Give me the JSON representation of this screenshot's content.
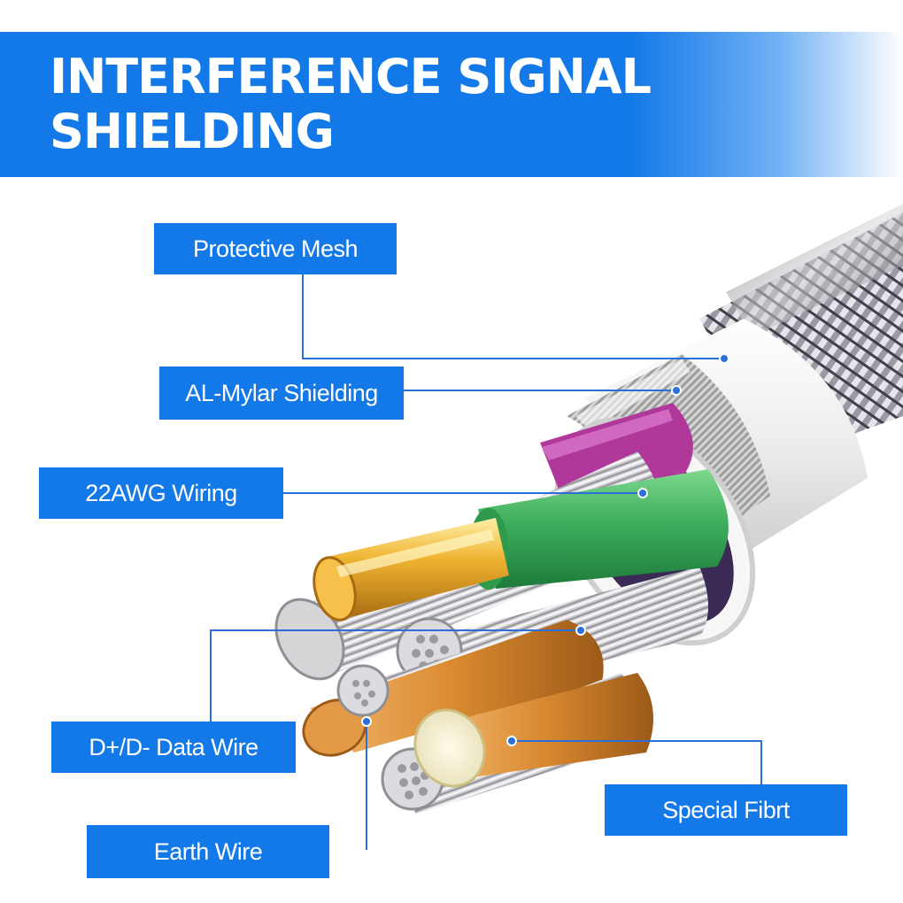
{
  "banner": {
    "title_line1": "INTERFERENCE SIGNAL",
    "title_line2": "SHIELDING"
  },
  "callouts": {
    "protective_mesh": "Protective Mesh",
    "al_mylar": "AL-Mylar Shielding",
    "wiring": "22AWG Wiring",
    "data_wire": "D+/D- Data Wire",
    "special_fibrt": "Special Fibrt",
    "earth_wire": "Earth Wire"
  },
  "colors": {
    "accent": "#1479e8",
    "leader": "#2a6fdc",
    "green_conductor": "#3cae5c",
    "gold_conductor": "#f0b432",
    "magenta_conductor": "#b0389a",
    "orange_conductor": "#d9892f",
    "jacket": "#f2f2f2"
  }
}
